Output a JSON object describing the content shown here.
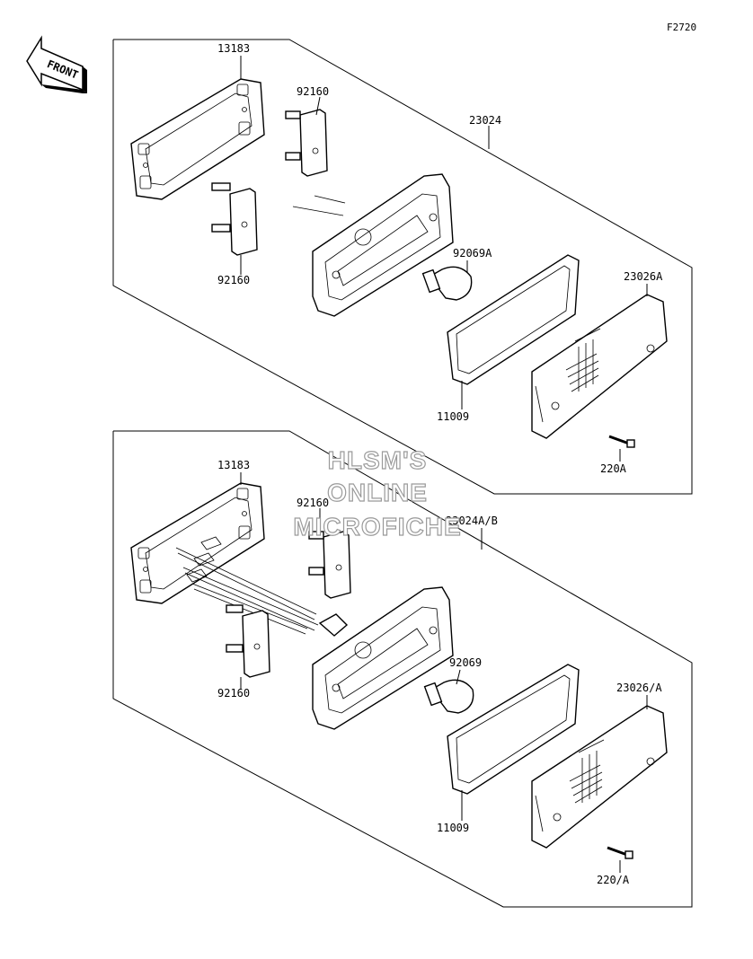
{
  "figure_code": "F2720",
  "front_label": "FRONT",
  "watermark": [
    "HLSM'S",
    "ONLINE",
    "MICROFICHE"
  ],
  "top_assembly": {
    "labels": {
      "bracket": "13183",
      "socket_upper": "92160",
      "socket_lower": "92160",
      "lamp": "23024",
      "bulb": "92069A",
      "gasket": "11009",
      "lens": "23026A",
      "screw": "220A"
    }
  },
  "bottom_assembly": {
    "labels": {
      "bracket": "13183",
      "socket_upper": "92160",
      "socket_lower": "92160",
      "lamp": "23024A/B",
      "bulb": "92069",
      "gasket": "11009",
      "lens": "23026/A",
      "screw": "220/A"
    }
  }
}
